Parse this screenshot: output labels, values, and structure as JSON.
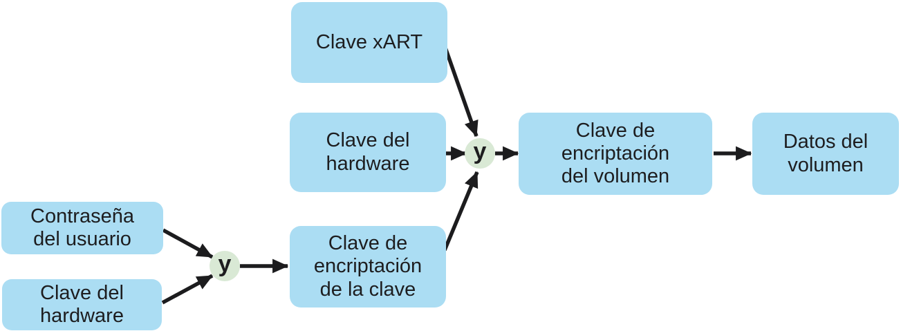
{
  "colors": {
    "background": "#ffffff",
    "node_fill": "#abddf3",
    "operator_fill": "#d9e9d5",
    "arrow": "#1c1c1e",
    "text": "#1d1d1f"
  },
  "nodes": {
    "xart": {
      "label": "Clave xART",
      "lines": [
        "Clave xART"
      ]
    },
    "hardware_mid": {
      "label": "Clave del hardware",
      "lines": [
        "Clave del",
        "hardware"
      ]
    },
    "kek": {
      "label": "Clave de encriptación de la clave",
      "lines": [
        "Clave de",
        "encriptación",
        "de la clave"
      ]
    },
    "vek": {
      "label": "Clave de encriptación del volumen",
      "lines": [
        "Clave de",
        "encriptación",
        "del volumen"
      ]
    },
    "volume_data": {
      "label": "Datos del volumen",
      "lines": [
        "Datos del",
        "volumen"
      ]
    },
    "user_password": {
      "label": "Contraseña del usuario",
      "lines": [
        "Contraseña",
        "del usuario"
      ]
    },
    "hardware_left": {
      "label": "Clave del hardware",
      "lines": [
        "Clave del",
        "hardware"
      ]
    }
  },
  "operators": {
    "and_left": "y",
    "and_right": "y"
  },
  "edges": [
    {
      "from": "user_password",
      "to": "and_left"
    },
    {
      "from": "hardware_left",
      "to": "and_left"
    },
    {
      "from": "and_left",
      "to": "kek"
    },
    {
      "from": "xart",
      "to": "and_right"
    },
    {
      "from": "hardware_mid",
      "to": "and_right"
    },
    {
      "from": "kek",
      "to": "and_right"
    },
    {
      "from": "and_right",
      "to": "vek"
    },
    {
      "from": "vek",
      "to": "volume_data"
    }
  ]
}
